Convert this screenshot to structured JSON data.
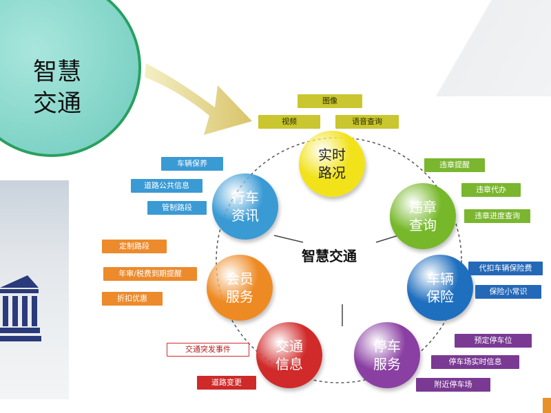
{
  "topic": {
    "label": "智慧交通"
  },
  "hub": {
    "label": "智慧交通"
  },
  "nodes": {
    "realtime_traffic": {
      "label": "实时路况",
      "color": "#f2e21a"
    },
    "violation_query": {
      "label": "违章查询",
      "color": "#76b82a"
    },
    "vehicle_insurance": {
      "label": "车辆保险",
      "color": "#1f6fbf"
    },
    "parking_service": {
      "label": "停车服务",
      "color": "#8a3fa3"
    },
    "traffic_info": {
      "label": "交通信息",
      "color": "#d12a2a"
    },
    "member_service": {
      "label": "会员服务",
      "color": "#ee8a23"
    },
    "driving_info": {
      "label": "行车资讯",
      "color": "#3a9ad4"
    }
  },
  "tags": {
    "realtime_traffic": [
      "图像",
      "视频",
      "语音查询"
    ],
    "violation_query": [
      "违章提醒",
      "违章代办",
      "违章进度查询"
    ],
    "vehicle_insurance": [
      "代扣车辆保险费",
      "保险小常识"
    ],
    "parking_service": [
      "预定停车位",
      "停车场实时信息",
      "附近停车场"
    ],
    "traffic_info": [
      "交通突发事件",
      "道路变更"
    ],
    "member_service": [
      "定制路段",
      "年审/税费到期提醒",
      "折扣优惠"
    ],
    "driving_info": [
      "车辆保养",
      "道路公共信息",
      "管制路段"
    ]
  }
}
